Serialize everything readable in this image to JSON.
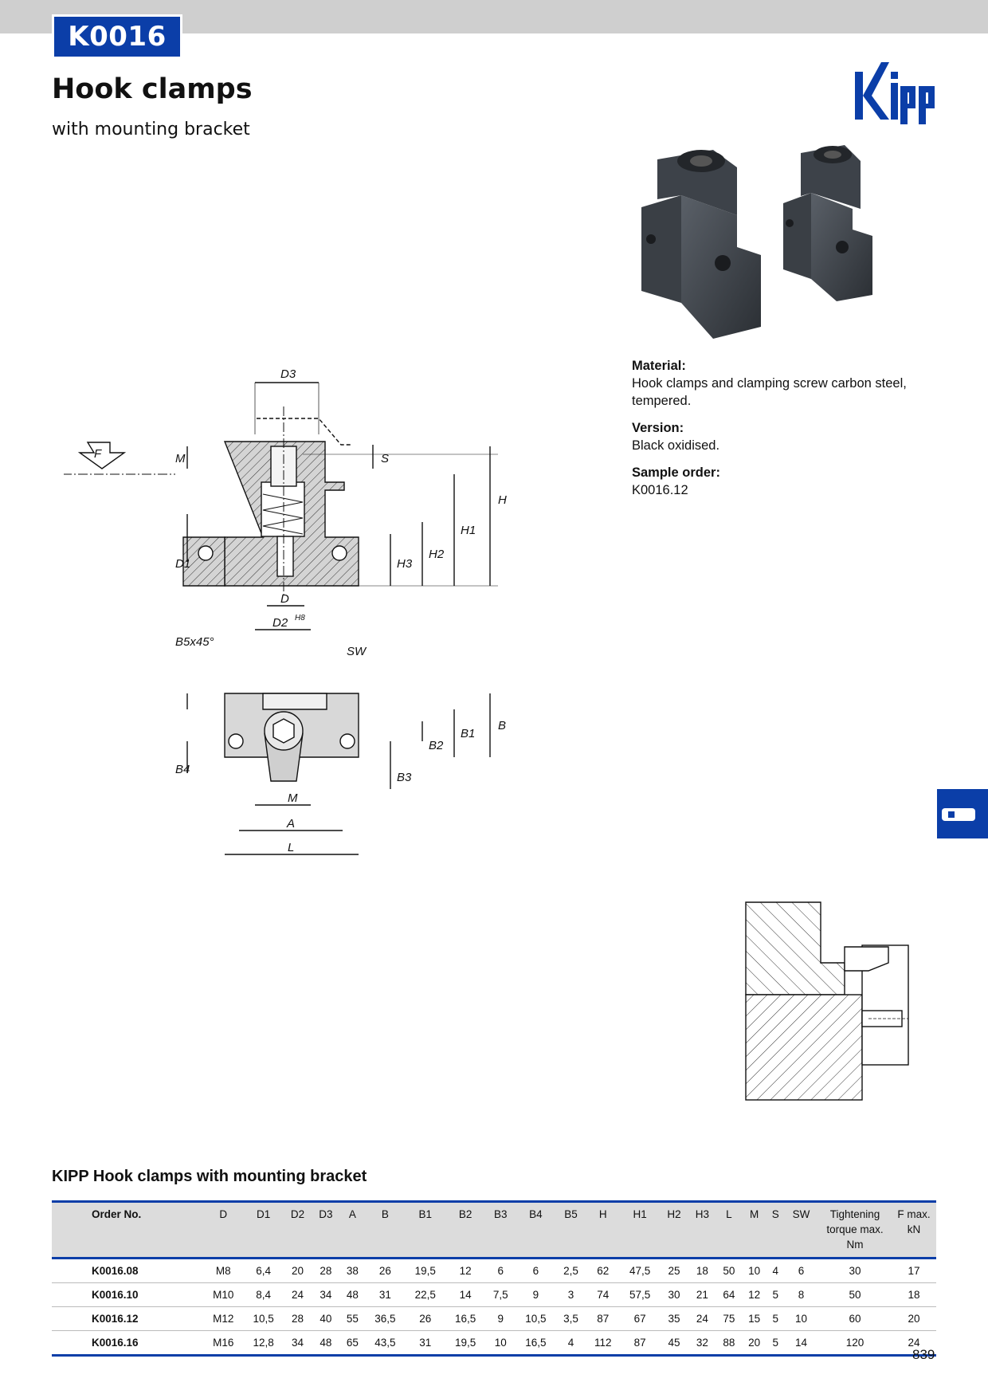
{
  "header": {
    "code": "K0016",
    "title": "Hook clamps",
    "subtitle": "with mounting bracket"
  },
  "brand": {
    "logo_text": "Kipp",
    "color": "#0b3ea8"
  },
  "specs": {
    "material_label": "Material:",
    "material_text": "Hook clamps and clamping screw carbon steel, tempered.",
    "version_label": "Version:",
    "version_text": "Black oxidised.",
    "sample_label": "Sample order:",
    "sample_text": "K0016.12"
  },
  "drawing": {
    "labels": {
      "D3": "D3",
      "F": "F",
      "M": "M",
      "S": "S",
      "H": "H",
      "H1": "H1",
      "H2": "H2",
      "H3": "H3",
      "D1": "D1",
      "D": "D",
      "D2": "D2",
      "D2_tol": "H8",
      "B5x45": "B5x45°",
      "SW": "SW",
      "B": "B",
      "B1": "B1",
      "B2": "B2",
      "B3": "B3",
      "B4": "B4",
      "A": "A",
      "L": "L"
    }
  },
  "table": {
    "title": "KIPP Hook clamps with mounting bracket",
    "headers": [
      "Order No.",
      "D",
      "D1",
      "D2",
      "D3",
      "A",
      "B",
      "B1",
      "B2",
      "B3",
      "B4",
      "B5",
      "H",
      "H1",
      "H2",
      "H3",
      "L",
      "M",
      "S",
      "SW",
      "Tightening torque max. Nm",
      "F max. kN"
    ],
    "rows": [
      [
        "K0016.08",
        "M8",
        "6,4",
        "20",
        "28",
        "38",
        "26",
        "19,5",
        "12",
        "6",
        "6",
        "2,5",
        "62",
        "47,5",
        "25",
        "18",
        "50",
        "10",
        "4",
        "6",
        "30",
        "17"
      ],
      [
        "K0016.10",
        "M10",
        "8,4",
        "24",
        "34",
        "48",
        "31",
        "22,5",
        "14",
        "7,5",
        "9",
        "3",
        "74",
        "57,5",
        "30",
        "21",
        "64",
        "12",
        "5",
        "8",
        "50",
        "18"
      ],
      [
        "K0016.12",
        "M12",
        "10,5",
        "28",
        "40",
        "55",
        "36,5",
        "26",
        "16,5",
        "9",
        "10,5",
        "3,5",
        "87",
        "67",
        "35",
        "24",
        "75",
        "15",
        "5",
        "10",
        "60",
        "20"
      ],
      [
        "K0016.16",
        "M16",
        "12,8",
        "34",
        "48",
        "65",
        "43,5",
        "31",
        "19,5",
        "10",
        "16,5",
        "4",
        "112",
        "87",
        "45",
        "32",
        "88",
        "20",
        "5",
        "14",
        "120",
        "24"
      ]
    ]
  },
  "page_number": "839",
  "colors": {
    "accent_blue": "#0b3ea8",
    "header_gray": "#cfcfcf",
    "table_header_bg": "#dcdcdc"
  }
}
